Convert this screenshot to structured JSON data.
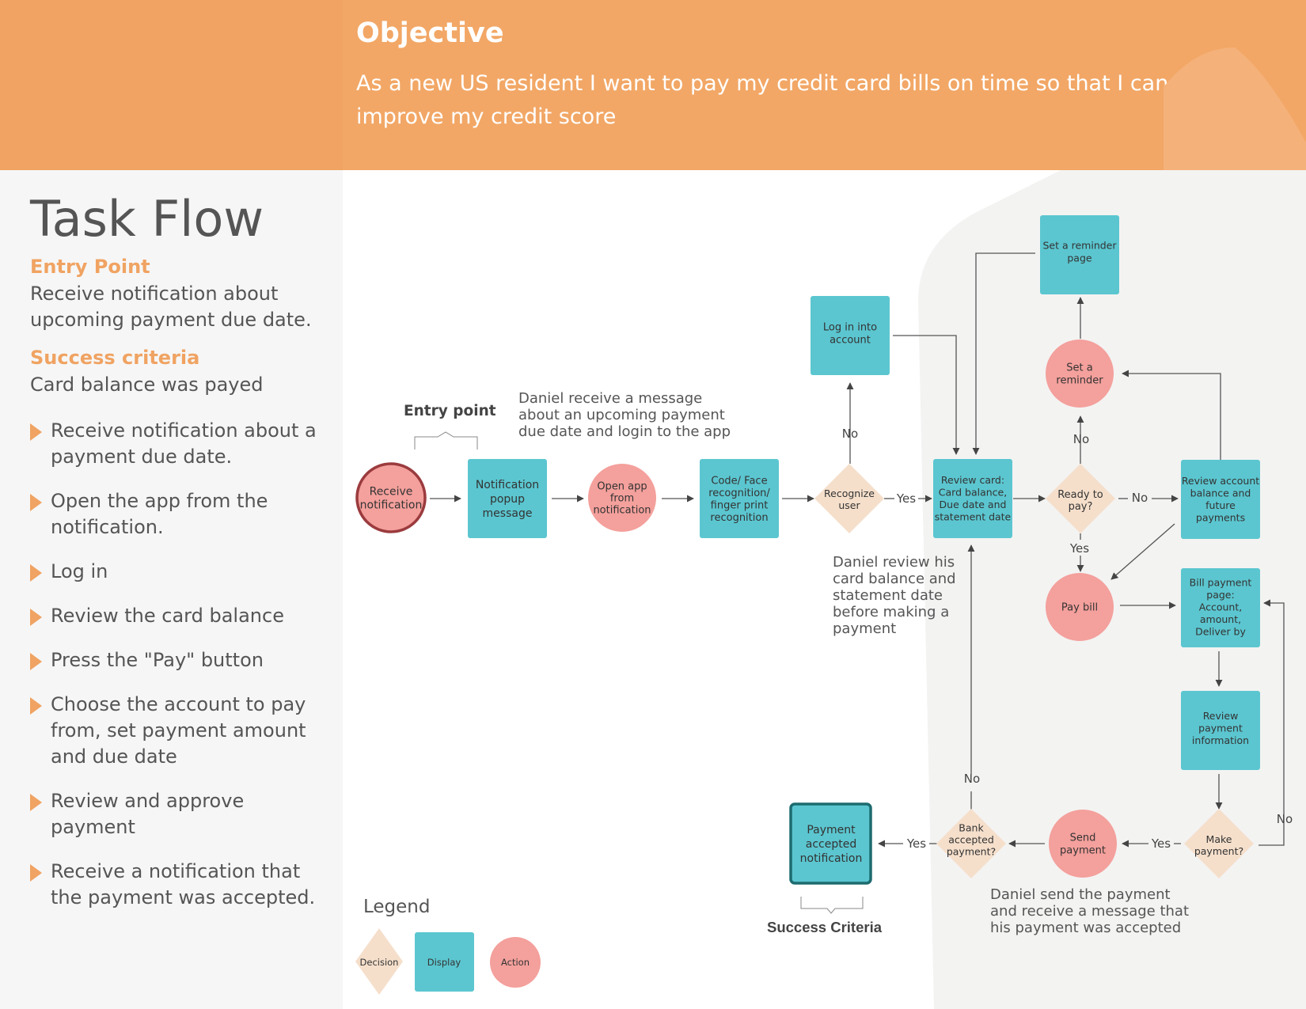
{
  "header": {
    "title": "Objective",
    "text": "As a new US resident I want to pay my credit card bills on time so that I can improve my credit score"
  },
  "sidebar": {
    "title": "Task Flow",
    "entry_heading": "Entry Point",
    "entry_text": "Receive notification about upcoming payment due date.",
    "success_heading": "Success criteria",
    "success_text": "Card balance was payed",
    "steps": [
      "Receive notification about a payment due date.",
      "Open the app from the notification.",
      "Log in",
      "Review the card balance",
      "Press the \"Pay\" button",
      "Choose the account to pay from, set payment amount and due date",
      "Review and approve payment",
      "Receive a notification that the payment was accepted."
    ]
  },
  "colors": {
    "header": "#f2a766",
    "accent": "#f0a362",
    "display": "#5bc6d0",
    "action": "#f4a09c",
    "decision": "#f5dfcb",
    "border_dark": "#1d6b6f",
    "entry_border": "#9b3b3e"
  },
  "diagram": {
    "nodes": {
      "receive": "Receive\nnotification",
      "popup": "Notification\npopup\nmessage",
      "open_app": "Open app\nfrom\nnotification",
      "code": "Code/ Face\nrecognition/\nfinger print\nrecognition",
      "recognize": "Recognize\nuser",
      "login": "Log in into\naccount",
      "review_card": "Review card:\nCard balance,\nDue date and\nstatement date",
      "ready": "Ready to\npay?",
      "set_reminder": "Set a\nreminder",
      "reminder_page": "Set a reminder\npage",
      "review_account": "Review account\nbalance and\nfuture\npayments",
      "pay_bill": "Pay bill",
      "bill_page": "Bill payment\npage:\nAccount,\namount,\nDeliver by",
      "review_payment": "Review\npayment\ninformation",
      "make_payment": "Make\npayment?",
      "send_payment": "Send\npayment",
      "bank_accepted": "Bank\naccepted\npayment?",
      "accepted_notification": "Payment\naccepted\nnotification"
    },
    "edge_labels": {
      "yes": "Yes",
      "no": "No"
    },
    "notes": {
      "entry_point": "Entry point",
      "success_criteria": "Success Criteria",
      "daniel_1": "Daniel receive a message\nabout an upcoming payment\ndue date and login to the app",
      "daniel_2": "Daniel review his\ncard balance and\nstatement date\nbefore making a\npayment",
      "daniel_3": "Daniel send the payment\nand receive a message that\nhis payment was accepted"
    },
    "legend": {
      "title": "Legend",
      "decision": "Decision",
      "display": "Display",
      "action": "Action"
    }
  }
}
